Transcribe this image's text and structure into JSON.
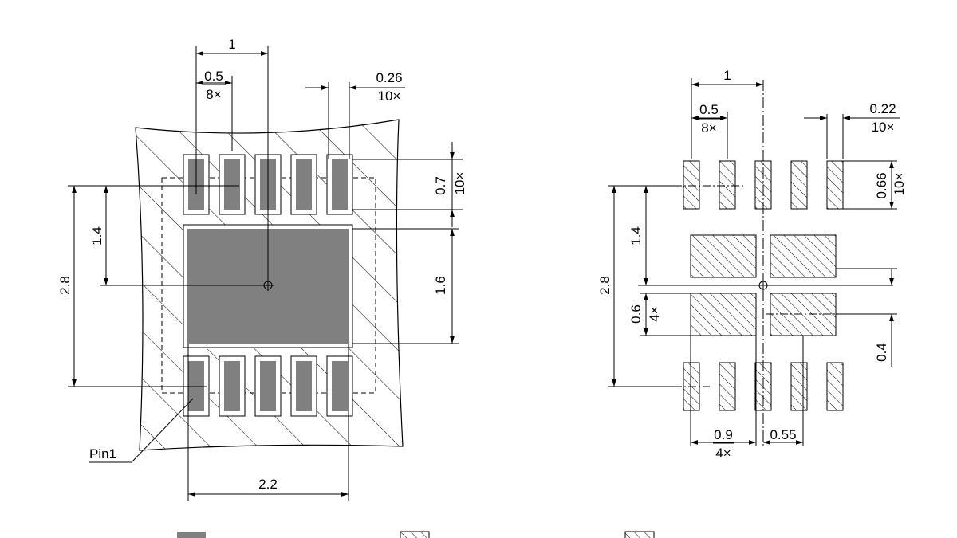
{
  "colors": {
    "copper": "#808080",
    "line": "#000000",
    "background": "#ffffff"
  },
  "left_view": {
    "dims": {
      "pitch_total": "1",
      "pitch": "0.5",
      "pitch_count": "8×",
      "pad_width": "0.26",
      "pad_width_count": "10×",
      "pad_length": "0.7",
      "pad_length_count": "10×",
      "pad_row_offset": "1.4",
      "outer_height": "2.8",
      "center_pad_height": "1.6",
      "center_pad_width": "2.2"
    },
    "pin1_label": "Pin1"
  },
  "right_view": {
    "dims": {
      "pitch_total": "1",
      "pitch": "0.5",
      "pitch_count": "8×",
      "pad_width": "0.22",
      "pad_width_count": "10×",
      "pad_length": "0.66",
      "pad_length_count": "10×",
      "pad_row_offset": "1.4",
      "outer_height": "2.8",
      "paste_height": "0.6",
      "paste_height_count": "4×",
      "paste_gap": "0.4",
      "paste_width": "0.9",
      "paste_width_count": "4×",
      "paste_offset": "0.55"
    }
  },
  "legend": [
    {
      "icon": "copper-fill-swatch",
      "label": ""
    },
    {
      "icon": "sparse-hatch-swatch",
      "label": ""
    },
    {
      "icon": "dense-hatch-swatch",
      "label": ""
    }
  ]
}
